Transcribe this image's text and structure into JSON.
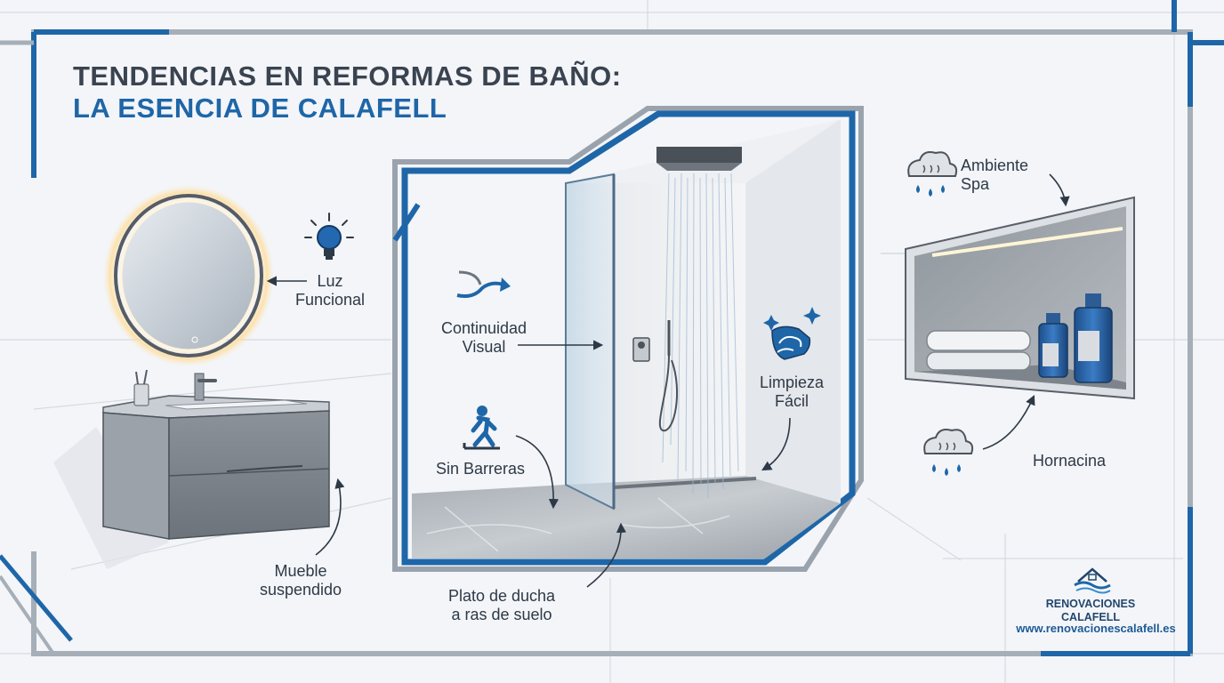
{
  "title": {
    "line1": "TENDENCIAS EN REFORMAS DE BAÑO:",
    "line2": "LA ESENCIA DE CALAFELL"
  },
  "labels": {
    "luz_funcional": [
      "Luz",
      "Funcional"
    ],
    "mueble_suspendido": [
      "Mueble",
      "suspendido"
    ],
    "continuidad_visual": [
      "Continuidad",
      "Visual"
    ],
    "sin_barreras": [
      "Sin Barreras"
    ],
    "plato_ducha": [
      "Plato de ducha",
      "a ras de suelo"
    ],
    "limpieza_facil": [
      "Limpieza",
      "Fácil"
    ],
    "ambiente_spa": [
      "Ambiente",
      "Spa"
    ],
    "hornacina": [
      "Hornacina"
    ]
  },
  "brand": {
    "name_line1": "RENOVACIONES",
    "name_line2": "CALAFELL",
    "url": "www.renovacionescalafell.es"
  },
  "icons": [
    "lightbulb-icon",
    "walking-person-icon",
    "curved-arrow-icon",
    "cleaning-hand-icon",
    "rain-cloud-icon",
    "house-wave-logo-icon"
  ],
  "colors": {
    "accent_blue": "#1e66a8",
    "frame_gray": "#9aa3ad",
    "text_dark": "#2e3947"
  }
}
